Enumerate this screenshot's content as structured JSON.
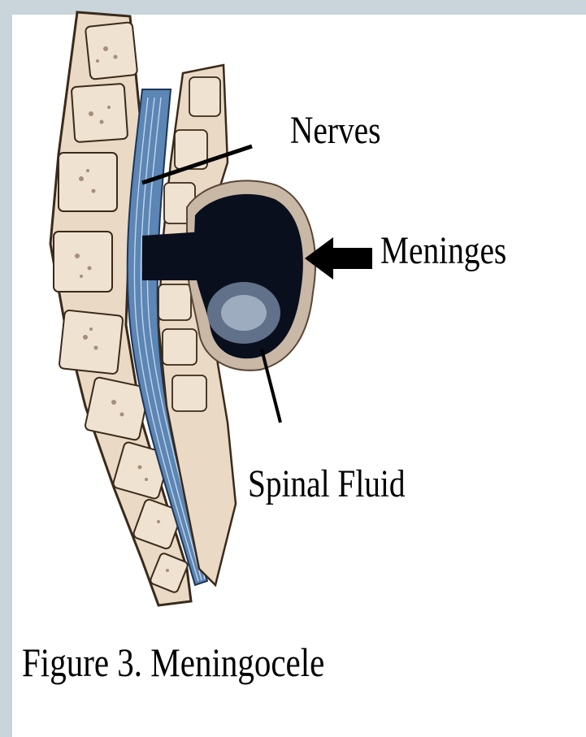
{
  "figure": {
    "caption": "Figure 3. Meningocele",
    "labels": {
      "nerves": "Nerves",
      "meninges": "Meninges",
      "spinal_fluid": "Spinal Fluid"
    }
  },
  "colors": {
    "page_border": "#c9d4db",
    "background": "#ffffff",
    "bone": "#ead9c4",
    "nerve_blue": "#5b86b5",
    "sac_fill": "#0a0f1e",
    "meninges_membrane": "#c9b8a6",
    "ink": "#000000"
  }
}
